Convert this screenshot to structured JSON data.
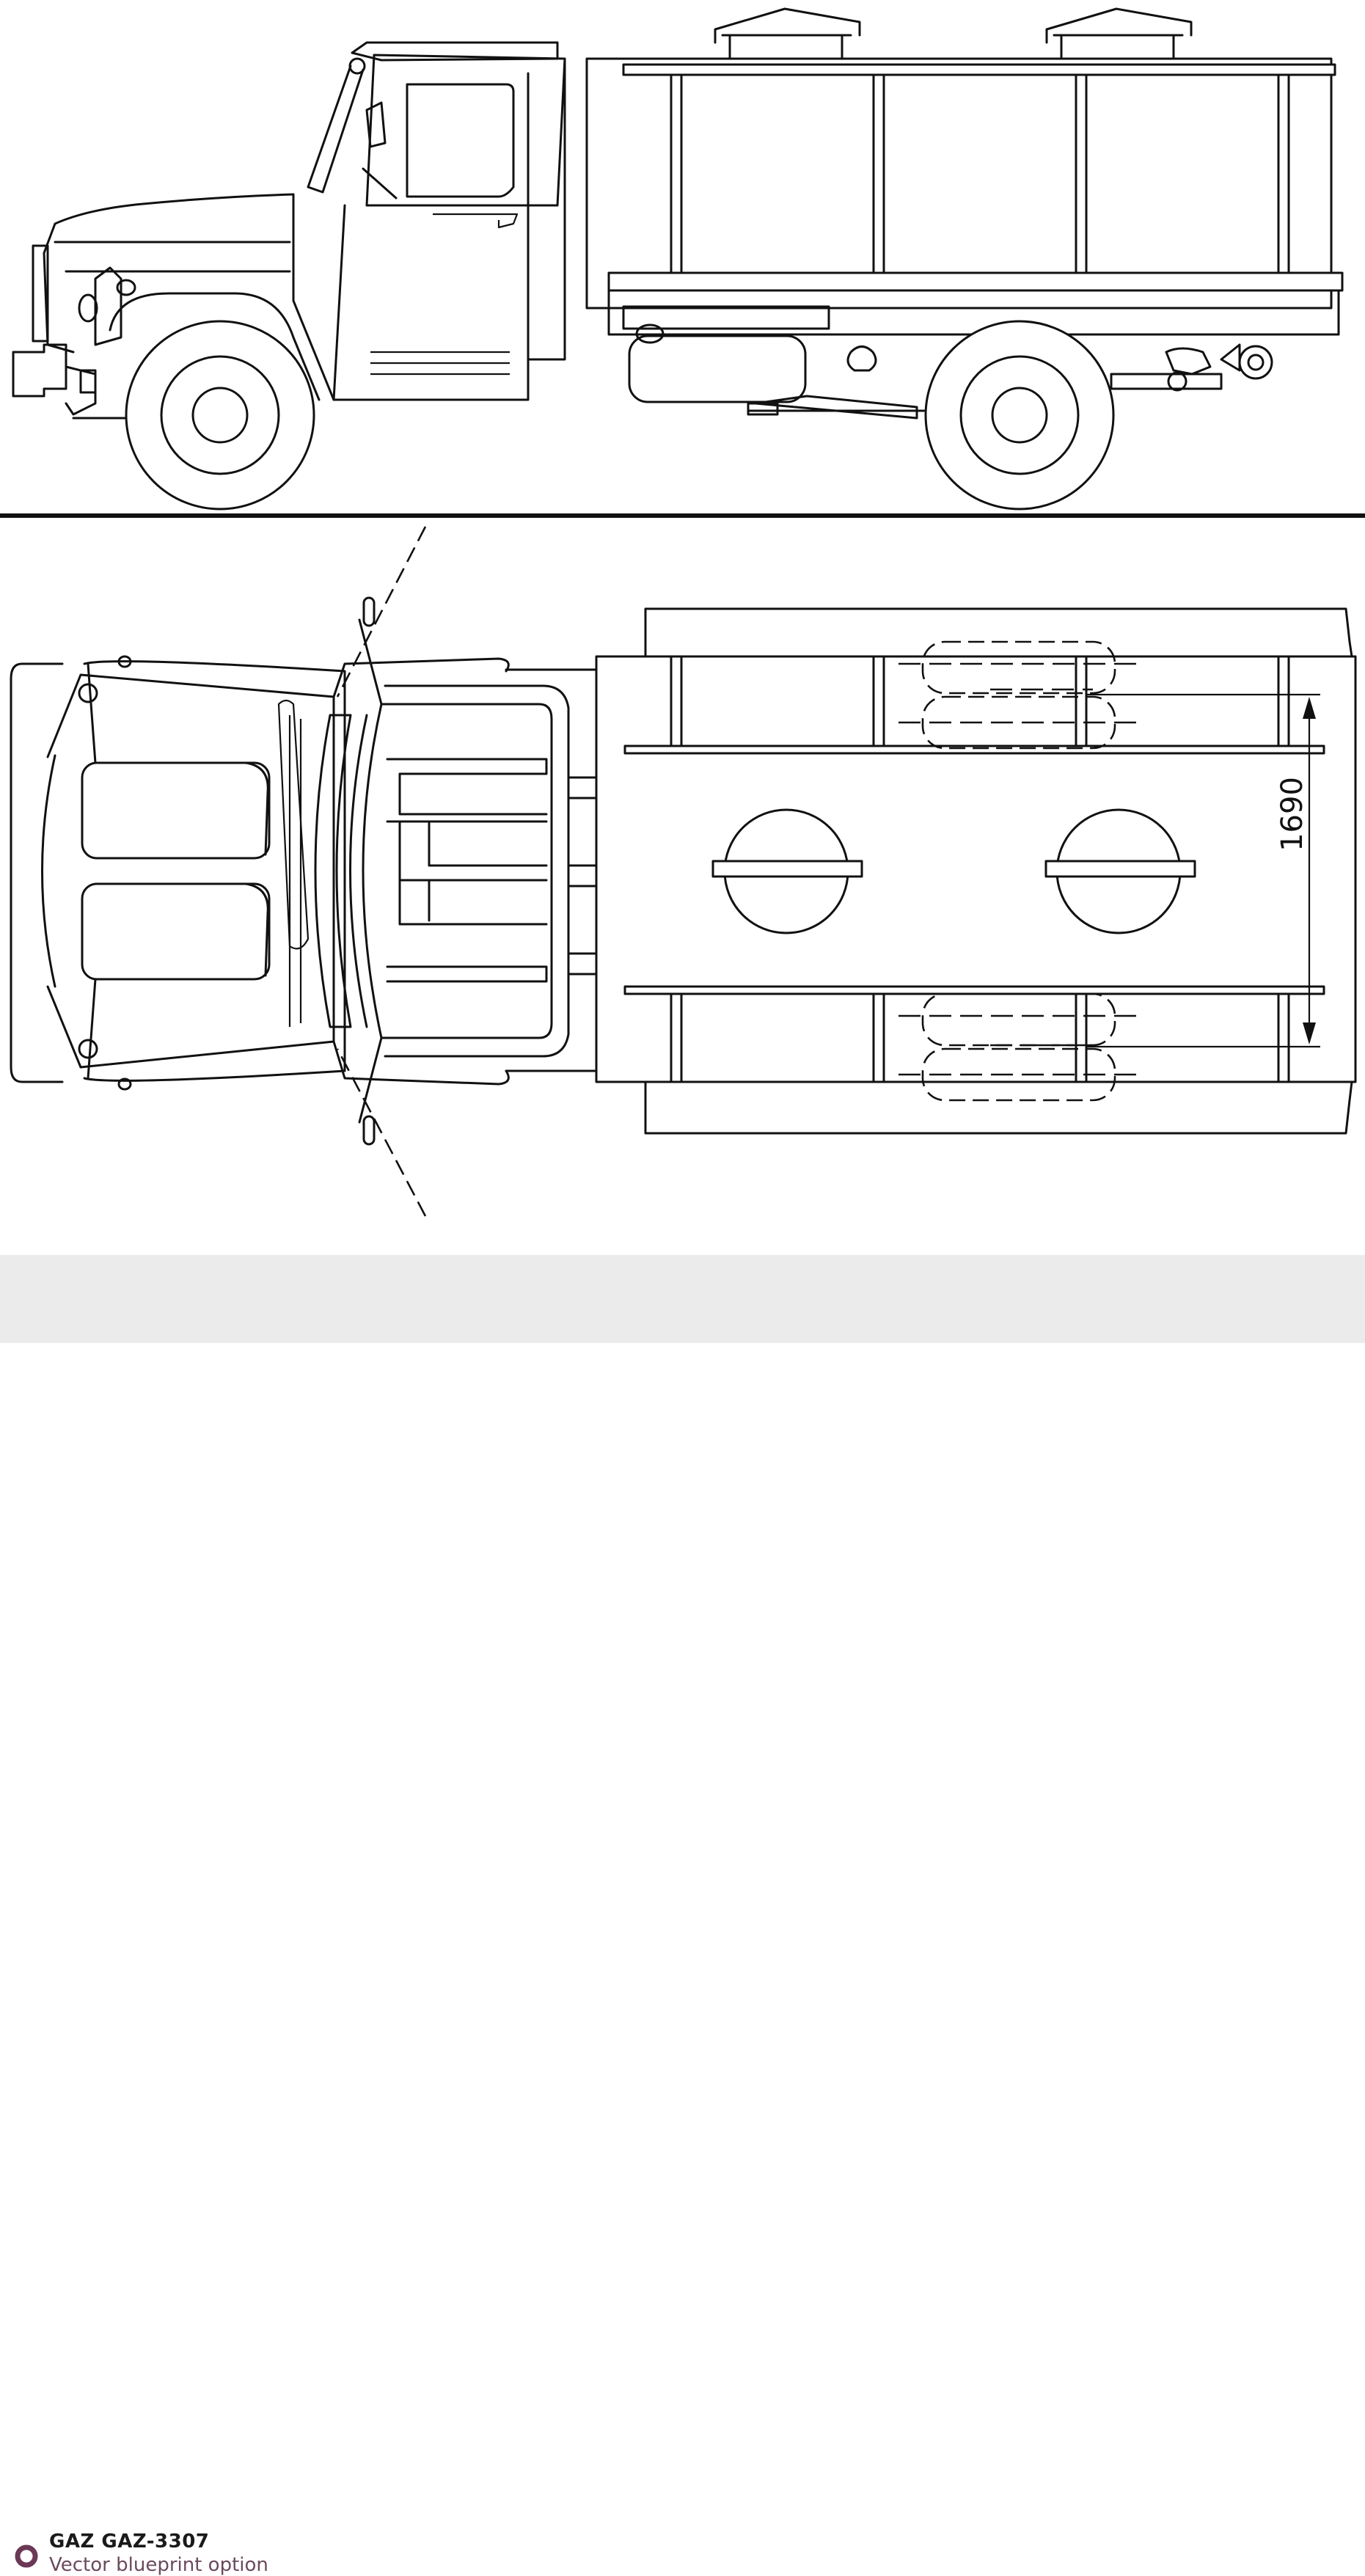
{
  "blueprint": {
    "dimension_label": "1690"
  },
  "footer": {
    "title": "GAZ GAZ-3307",
    "subtitle": "Vector blueprint option",
    "badge_color": "#6b3856",
    "background": "#ebebeb"
  }
}
